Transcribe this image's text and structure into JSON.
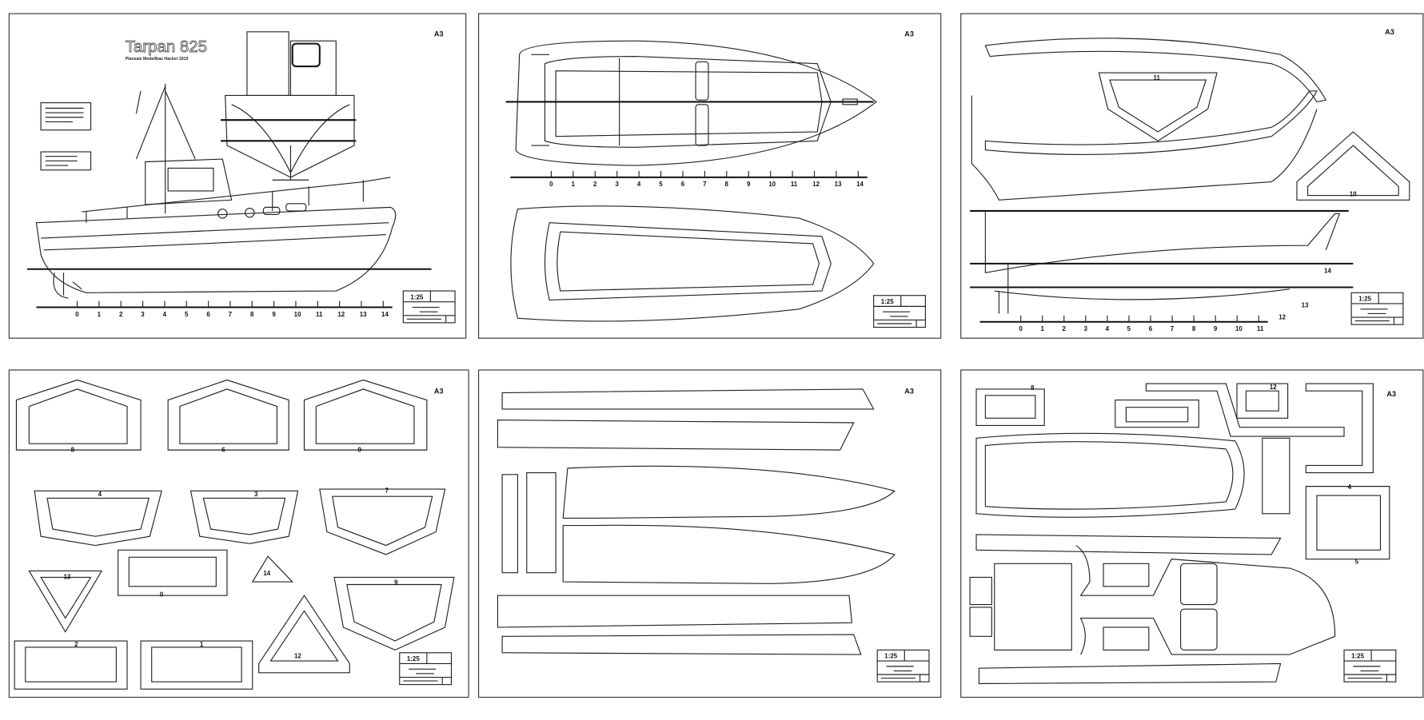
{
  "sheet_format": "A3",
  "scale_label": "1:25",
  "sheet1": {
    "title": "Tarpan 825",
    "subtitle": "Plansatz Modellbau Hacker 2019",
    "scale_ticks": [
      "0",
      "1",
      "2",
      "3",
      "4",
      "5",
      "6",
      "7",
      "8",
      "9",
      "10",
      "11",
      "12",
      "13",
      "14"
    ]
  },
  "sheet2": {
    "scale_ticks": [
      "0",
      "1",
      "2",
      "3",
      "4",
      "5",
      "6",
      "7",
      "8",
      "9",
      "10",
      "11",
      "12",
      "13",
      "14"
    ]
  },
  "sheet3": {
    "scale_ticks": [
      "0",
      "1",
      "2",
      "3",
      "4",
      "5",
      "6",
      "7",
      "8",
      "9",
      "10",
      "11"
    ],
    "part_labels": [
      "11",
      "10",
      "14",
      "13",
      "12"
    ]
  },
  "sheet4": {
    "part_labels": [
      "8",
      "6",
      "9",
      "4",
      "3",
      "7",
      "13",
      "0",
      "14",
      "9",
      "2",
      "1",
      "12"
    ]
  },
  "sheet6": {
    "part_labels": [
      "8",
      "12",
      "4",
      "5"
    ]
  }
}
